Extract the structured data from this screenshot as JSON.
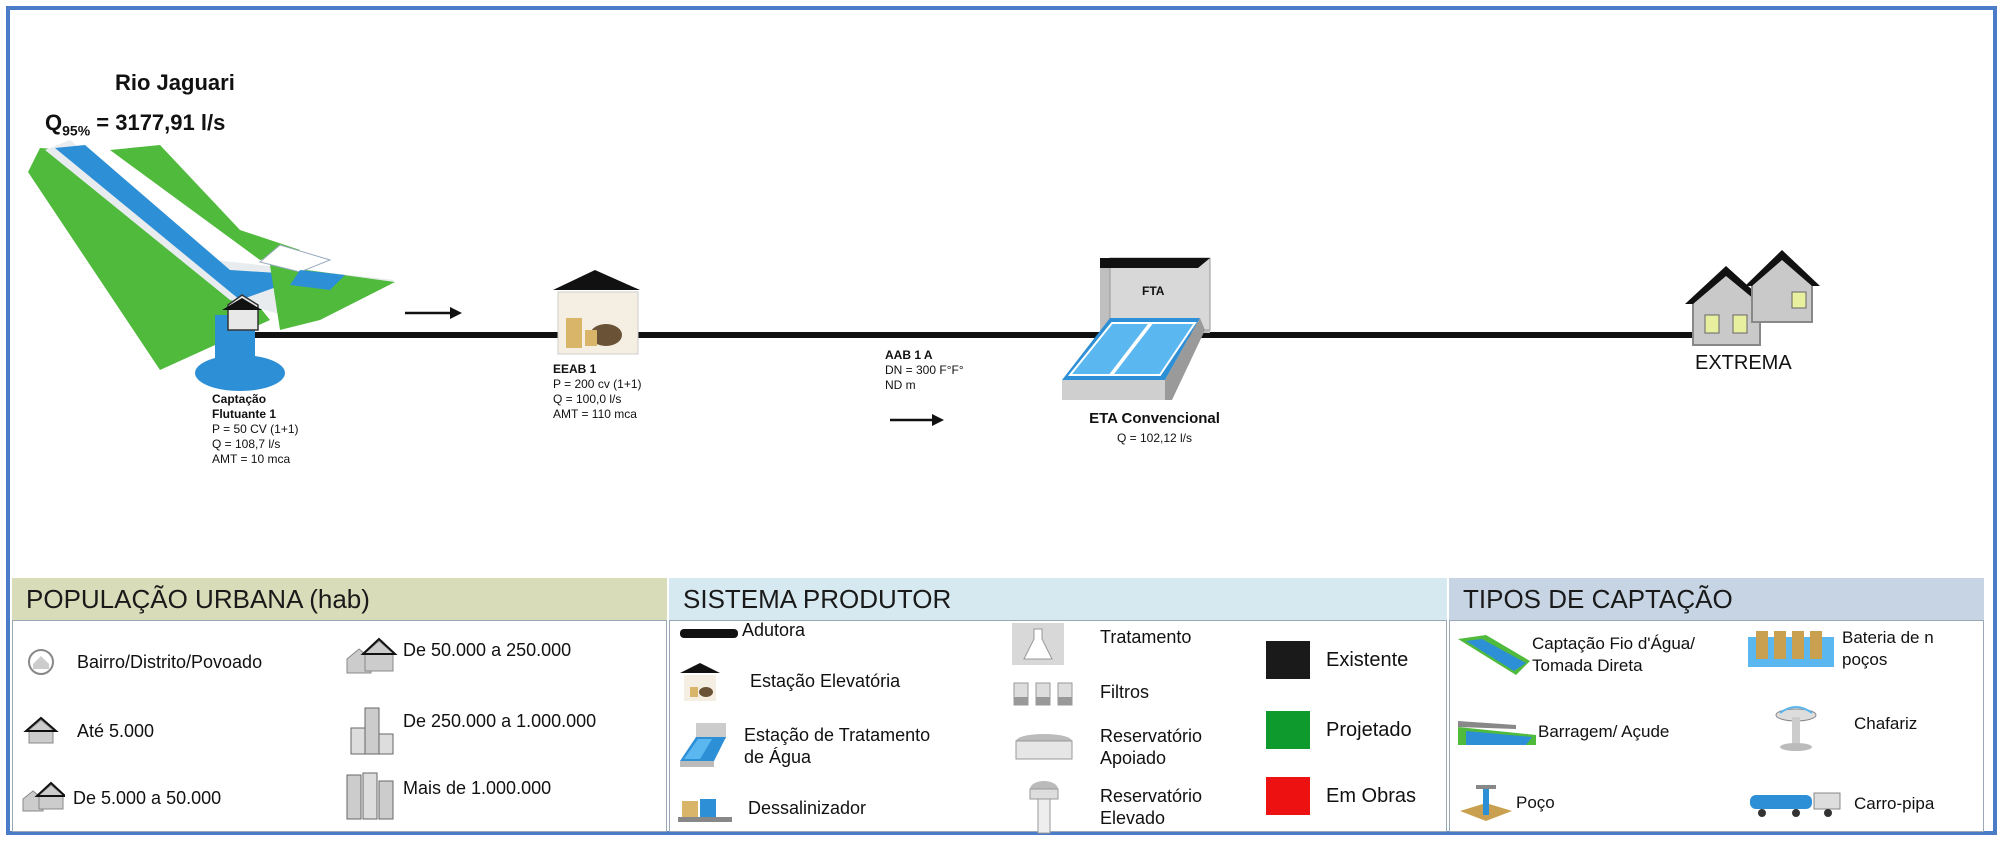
{
  "diagram": {
    "river": {
      "name": "Rio Jaguari",
      "q_label": "Q",
      "q_sub": "95%",
      "q_value": " = 3177,91 l/s"
    },
    "captacao": {
      "title1": "Captação",
      "title2": "Flutuante 1",
      "p": "P = 50 CV (1+1)",
      "q": "Q = 108,7 l/s",
      "amt": "AMT = 10 mca"
    },
    "eeab": {
      "title": "EEAB 1",
      "p": "P = 200 cv  (1+1)",
      "q": "Q = 100,0 l/s",
      "amt": "AMT = 110 mca"
    },
    "aab": {
      "title": "AAB 1 A",
      "dn": "DN = 300 F°F°",
      "nd": "ND m"
    },
    "eta": {
      "badge": "FTA",
      "title": "ETA Convencional",
      "q": "Q =  102,12 l/s"
    },
    "city": {
      "name": "EXTREMA"
    }
  },
  "legend": {
    "populacao": {
      "header": "POPULAÇÃO URBANA (hab)",
      "items": [
        {
          "icon": "village-icon",
          "label": "Bairro/Distrito/Povoado"
        },
        {
          "icon": "small-house-icon",
          "label": "Até 5.000"
        },
        {
          "icon": "houses-icon",
          "label": "De 5.000 a 50.000"
        },
        {
          "icon": "town-icon",
          "label": "De 50.000 a 250.000"
        },
        {
          "icon": "city-icon",
          "label": "De 250.000 a 1.000.000"
        },
        {
          "icon": "metropolis-icon",
          "label": "Mais de 1.000.000"
        }
      ]
    },
    "sistema": {
      "header": "SISTEMA PRODUTOR",
      "items": [
        {
          "icon": "pipeline-icon",
          "label": "Adutora"
        },
        {
          "icon": "pump-station-icon",
          "label": "Estação Elevatória"
        },
        {
          "icon": "treatment-plant-icon",
          "label": "Estação de Tratamento de Água"
        },
        {
          "icon": "desalinator-icon",
          "label": "Dessalinizador"
        },
        {
          "icon": "flask-icon",
          "label": "Tratamento"
        },
        {
          "icon": "filters-icon",
          "label": "Filtros"
        },
        {
          "icon": "ground-reservoir-icon",
          "label": "Reservatório Apoiado"
        },
        {
          "icon": "elevated-reservoir-icon",
          "label": "Reservatório Elevado"
        }
      ],
      "status": [
        {
          "label": "Existente",
          "color": "#1a1a1a"
        },
        {
          "label": "Projetado",
          "color": "#0f9a2e"
        },
        {
          "label": "Em Obras",
          "color": "#ee1111"
        }
      ]
    },
    "tipos": {
      "header": "TIPOS DE CAPTAÇÃO",
      "items": [
        {
          "icon": "river-intake-icon",
          "label": "Captação Fio d'Água/ Tomada Direta"
        },
        {
          "icon": "dam-icon",
          "label": "Barragem/ Açude"
        },
        {
          "icon": "well-icon",
          "label": "Poço"
        },
        {
          "icon": "well-battery-icon",
          "label": "Bateria de n poços"
        },
        {
          "icon": "fountain-icon",
          "label": "Chafariz"
        },
        {
          "icon": "tank-truck-icon",
          "label": "Carro-pipa"
        }
      ]
    }
  },
  "colors": {
    "frame": "#4a7cc7",
    "header_pop": "#d8dcb8",
    "header_sis": "#d6e9f0",
    "header_tip": "#c6d4e4",
    "water": "#2d8fd6",
    "grass": "#4fba3c"
  }
}
